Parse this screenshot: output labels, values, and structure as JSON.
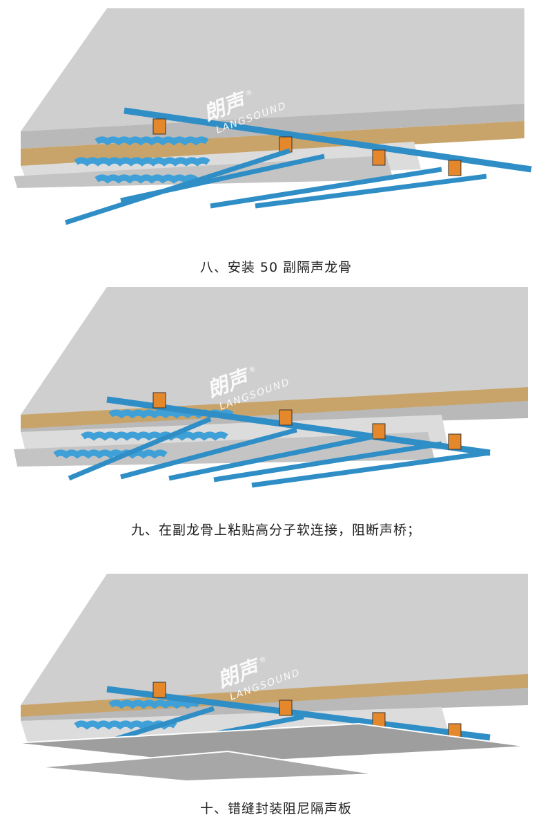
{
  "steps": [
    {
      "caption": "八、安装 50 副隔声龙骨",
      "watermark_cn": "朗声",
      "watermark_en": "LANGSOUND",
      "watermark_mark": "®"
    },
    {
      "caption": "九、在副龙骨上粘贴高分子软连接，阻断声桥；",
      "watermark_cn": "朗声",
      "watermark_en": "LANGSOUND",
      "watermark_mark": "®"
    },
    {
      "caption": "十、错缝封装阻尼隔声板",
      "watermark_cn": "朗声",
      "watermark_en": "LANGSOUND",
      "watermark_mark": "®"
    }
  ],
  "colors": {
    "concrete": "#cfcfcf",
    "concrete_side": "#bdbdbd",
    "wool": "#c9a46a",
    "board": "#d6d6d6",
    "keel": "#2f8ec6",
    "connector": "#3fa0d8",
    "hanger": "#e5882b",
    "watermark": "#ffffff"
  }
}
